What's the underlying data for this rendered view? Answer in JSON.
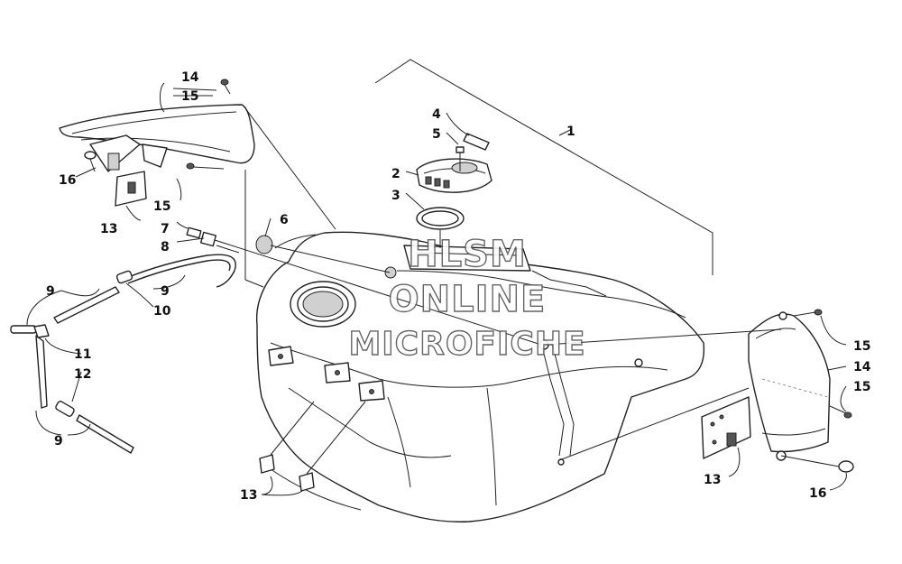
{
  "callouts": [
    {
      "id": "1",
      "text": "1"
    },
    {
      "id": "2",
      "text": "2"
    },
    {
      "id": "3",
      "text": "3"
    },
    {
      "id": "4",
      "text": "4"
    },
    {
      "id": "5",
      "text": "5"
    },
    {
      "id": "6",
      "text": "6"
    },
    {
      "id": "7",
      "text": "7"
    },
    {
      "id": "8",
      "text": "8"
    },
    {
      "id": "9a",
      "text": "9"
    },
    {
      "id": "9b",
      "text": "9"
    },
    {
      "id": "9c",
      "text": "9"
    },
    {
      "id": "10",
      "text": "10"
    },
    {
      "id": "11",
      "text": "11"
    },
    {
      "id": "12",
      "text": "12"
    },
    {
      "id": "13a",
      "text": "13"
    },
    {
      "id": "13b",
      "text": "13"
    },
    {
      "id": "13c",
      "text": "13"
    },
    {
      "id": "14a",
      "text": "14"
    },
    {
      "id": "14b",
      "text": "14"
    },
    {
      "id": "15a",
      "text": "15"
    },
    {
      "id": "15b",
      "text": "15"
    },
    {
      "id": "15c",
      "text": "15"
    },
    {
      "id": "15d",
      "text": "15"
    },
    {
      "id": "16a",
      "text": "16"
    },
    {
      "id": "16b",
      "text": "16"
    }
  ],
  "watermark": {
    "line1": "HLSM",
    "line2": "ONLINE",
    "line3": "MICROFICHE"
  }
}
